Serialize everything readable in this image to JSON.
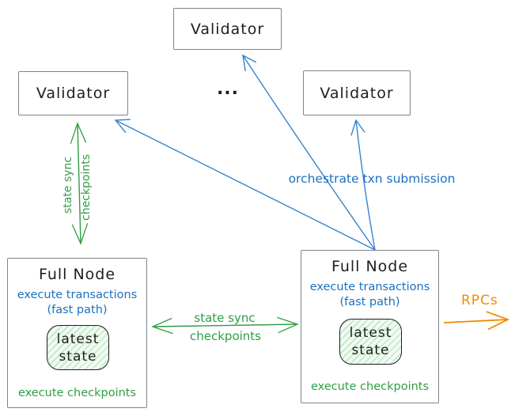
{
  "diagram": {
    "validator_top": {
      "label": "Validator"
    },
    "validator_left": {
      "label": "Validator"
    },
    "validator_right": {
      "label": "Validator"
    },
    "ellipsis": "...",
    "full_node_left": {
      "title": "Full Node",
      "exec_line1": "execute transactions",
      "exec_line2": "(fast path)",
      "state_line1": "latest",
      "state_line2": "state",
      "footer": "execute checkpoints"
    },
    "full_node_right": {
      "title": "Full Node",
      "exec_line1": "execute transactions",
      "exec_line2": "(fast path)",
      "state_line1": "latest",
      "state_line2": "state",
      "footer": "execute checkpoints"
    },
    "edges": {
      "state_sync_left": {
        "line1": "state sync",
        "line2": "checkpoints"
      },
      "state_sync_middle": {
        "line1": "state sync",
        "line2": "checkpoints"
      },
      "orchestrate": {
        "label": "orchestrate txn submission"
      },
      "rpcs": {
        "label": "RPCs"
      }
    },
    "colors": {
      "blue": "#1971c2",
      "green": "#2f9e44",
      "orange": "#f08c00",
      "box_border": "#7d848a",
      "ink": "#1e1e1e",
      "state_fill": "#f2fbf3",
      "state_hatch": "#bfe9c6"
    }
  }
}
